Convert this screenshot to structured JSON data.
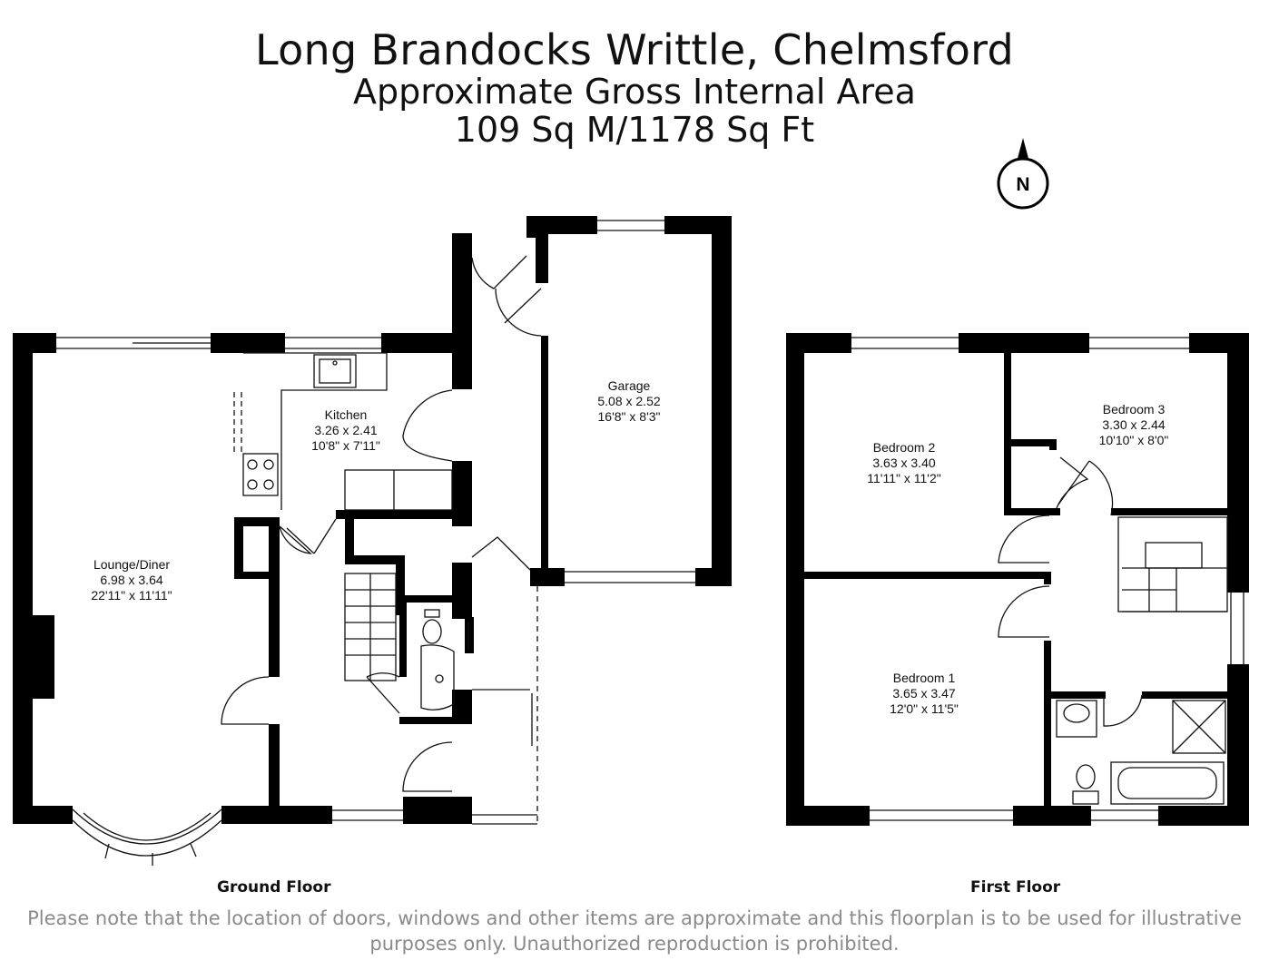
{
  "header": {
    "title": "Long Brandocks Writtle, Chelmsford",
    "subtitle_area": "Approximate Gross Internal Area",
    "subtitle_size": "109 Sq M/1178 Sq Ft"
  },
  "compass": {
    "label": "N"
  },
  "ground_floor": {
    "label": "Ground Floor",
    "rooms": {
      "lounge": {
        "name": "Lounge/Diner",
        "metric": "6.98 x 3.64",
        "imperial": "22'11\" x 11'11\""
      },
      "kitchen": {
        "name": "Kitchen",
        "metric": "3.26 x 2.41",
        "imperial": "10'8\" x 7'11\""
      },
      "garage": {
        "name": "Garage",
        "metric": "5.08 x 2.52",
        "imperial": "16'8\" x 8'3\""
      }
    }
  },
  "first_floor": {
    "label": "First Floor",
    "rooms": {
      "bedroom2": {
        "name": "Bedroom 2",
        "metric": "3.63 x 3.40",
        "imperial": "11'11\" x 11'2\""
      },
      "bedroom3": {
        "name": "Bedroom 3",
        "metric": "3.30 x 2.44",
        "imperial": "10'10\" x 8'0\""
      },
      "bedroom1": {
        "name": "Bedroom 1",
        "metric": "3.65 x 3.47",
        "imperial": "12'0\" x 11'5\""
      }
    }
  },
  "footer": {
    "disclaimer_line1": "Please note that the location of doors, windows and other items are approximate and this floorplan is to be used for illustrative",
    "disclaimer_line2": "purposes only. Unauthorized reproduction is prohibited."
  },
  "colors": {
    "wall": "#000000",
    "line": "#111111",
    "disclaimer": "#8a8a8a"
  }
}
